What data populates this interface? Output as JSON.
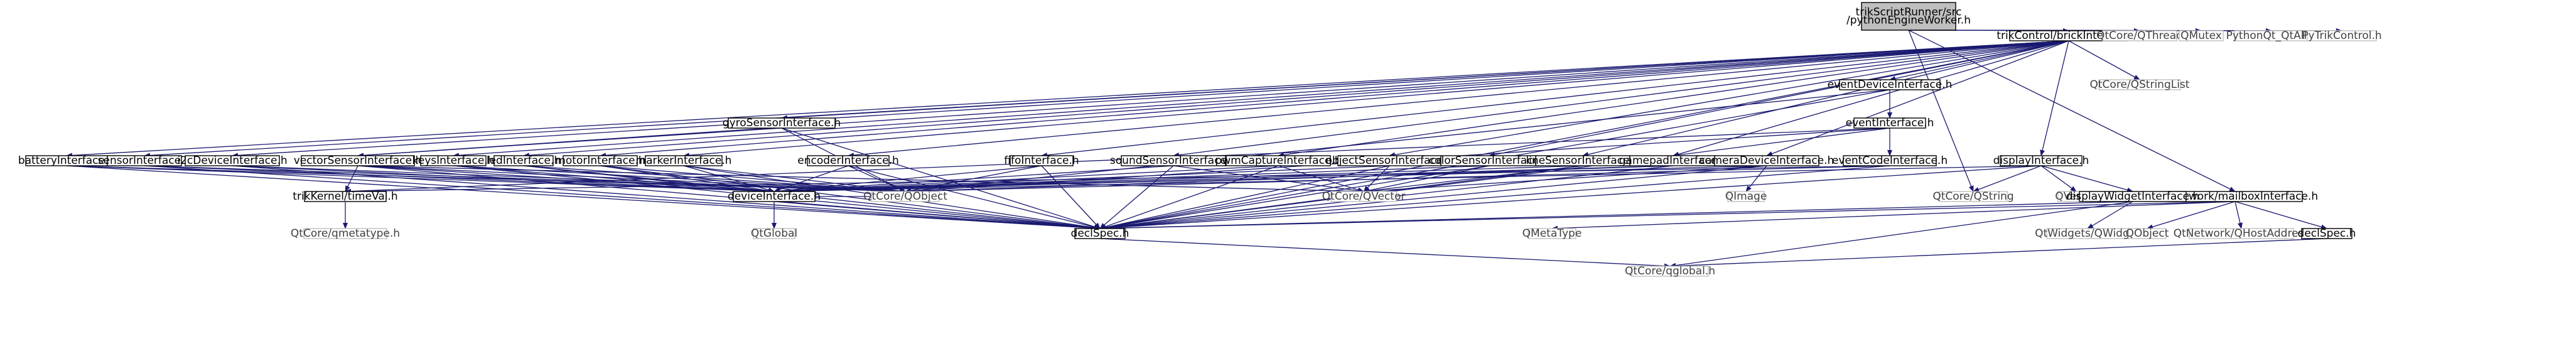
{
  "graph": {
    "root": {
      "id": "pyEngine",
      "lines": [
        "trikScriptRunner/src",
        "/pythonEngineWorker.h"
      ]
    },
    "nodes": [
      {
        "id": "brick",
        "label": "trikControl/brickInterface.h"
      },
      {
        "id": "qthread",
        "label": "QtCore/QThread"
      },
      {
        "id": "qmutex",
        "label": "QMutex"
      },
      {
        "id": "pyqtall",
        "label": "PythonQt_QtAll.h"
      },
      {
        "id": "pytrik",
        "label": "PyTrikControl.h"
      },
      {
        "id": "qstringlist",
        "label": "QtCore/QStringList"
      },
      {
        "id": "eventDevice",
        "label": "eventDeviceInterface.h"
      },
      {
        "id": "gyro",
        "label": "gyroSensorInterface.h"
      },
      {
        "id": "event",
        "label": "eventInterface.h"
      },
      {
        "id": "battery",
        "label": "batteryInterface.h"
      },
      {
        "id": "sensor",
        "label": "sensorInterface.h"
      },
      {
        "id": "i2c",
        "label": "i2cDeviceInterface.h"
      },
      {
        "id": "vector",
        "label": "vectorSensorInterface.h"
      },
      {
        "id": "keys",
        "label": "keysInterface.h"
      },
      {
        "id": "led",
        "label": "ledInterface.h"
      },
      {
        "id": "motor",
        "label": "motorInterface.h"
      },
      {
        "id": "marker",
        "label": "markerInterface.h"
      },
      {
        "id": "encoder",
        "label": "encoderInterface.h"
      },
      {
        "id": "eventCode",
        "label": "eventCodeInterface.h"
      },
      {
        "id": "fifo",
        "label": "fifoInterface.h"
      },
      {
        "id": "sound",
        "label": "soundSensorInterface.h"
      },
      {
        "id": "pwm",
        "label": "pwmCaptureInterface.h"
      },
      {
        "id": "object",
        "label": "objectSensorInterface.h"
      },
      {
        "id": "color",
        "label": "colorSensorInterface.h"
      },
      {
        "id": "line",
        "label": "lineSensorInterface.h"
      },
      {
        "id": "gamepad",
        "label": "gamepadInterface.h"
      },
      {
        "id": "camera",
        "label": "cameraDeviceInterface.h"
      },
      {
        "id": "display",
        "label": "displayInterface.h"
      },
      {
        "id": "mailbox",
        "label": "trikNetwork/mailboxInterface.h"
      },
      {
        "id": "timeval",
        "label": "trikKernel/timeVal.h"
      },
      {
        "id": "device",
        "label": "deviceInterface.h"
      },
      {
        "id": "qobject",
        "label": "QtCore/QObject"
      },
      {
        "id": "qvector",
        "label": "QtCore/QVector"
      },
      {
        "id": "qimage",
        "label": "QImage"
      },
      {
        "id": "qstring",
        "label": "QtCore/QString"
      },
      {
        "id": "qvectorPlain",
        "label": "QVector"
      },
      {
        "id": "displayWidget",
        "label": "displayWidgetInterface.h"
      },
      {
        "id": "qmetatypeH",
        "label": "QtCore/qmetatype.h"
      },
      {
        "id": "qglobal",
        "label": "QtGlobal"
      },
      {
        "id": "declspec",
        "label": "declSpec.h"
      },
      {
        "id": "qmetatype",
        "label": "QMetaType"
      },
      {
        "id": "qwidget",
        "label": "QtWidgets/QWidget"
      },
      {
        "id": "qobjectPlain",
        "label": "QObject"
      },
      {
        "id": "qhostaddr",
        "label": "QtNetwork/QHostAddress"
      },
      {
        "id": "declspecNet",
        "label": "declSpec.h"
      },
      {
        "id": "qtglobalH",
        "label": "QtCore/qglobal.h"
      }
    ],
    "edges": [
      [
        "pyEngine",
        "brick"
      ],
      [
        "pyEngine",
        "qthread"
      ],
      [
        "pyEngine",
        "qmutex"
      ],
      [
        "pyEngine",
        "pyqtall"
      ],
      [
        "pyEngine",
        "pytrik"
      ],
      [
        "pyEngine",
        "mailbox"
      ],
      [
        "pyEngine",
        "qstring"
      ],
      [
        "brick",
        "qstringlist"
      ],
      [
        "brick",
        "eventDevice"
      ],
      [
        "brick",
        "gyro"
      ],
      [
        "brick",
        "battery"
      ],
      [
        "brick",
        "sensor"
      ],
      [
        "brick",
        "i2c"
      ],
      [
        "brick",
        "vector"
      ],
      [
        "brick",
        "keys"
      ],
      [
        "brick",
        "led"
      ],
      [
        "brick",
        "motor"
      ],
      [
        "brick",
        "marker"
      ],
      [
        "brick",
        "encoder"
      ],
      [
        "brick",
        "fifo"
      ],
      [
        "brick",
        "sound"
      ],
      [
        "brick",
        "pwm"
      ],
      [
        "brick",
        "object"
      ],
      [
        "brick",
        "color"
      ],
      [
        "brick",
        "line"
      ],
      [
        "brick",
        "gamepad"
      ],
      [
        "brick",
        "camera"
      ],
      [
        "brick",
        "display"
      ],
      [
        "brick",
        "declspec"
      ],
      [
        "eventDevice",
        "event"
      ],
      [
        "eventDevice",
        "qobject"
      ],
      [
        "eventDevice",
        "declspec"
      ],
      [
        "event",
        "eventCode"
      ],
      [
        "event",
        "qobject"
      ],
      [
        "event",
        "declspec"
      ],
      [
        "event",
        "timeval"
      ],
      [
        "eventCode",
        "qobject"
      ],
      [
        "eventCode",
        "declspec"
      ],
      [
        "eventCode",
        "timeval"
      ],
      [
        "gyro",
        "vector"
      ],
      [
        "gyro",
        "declspec"
      ],
      [
        "gyro",
        "qobject"
      ],
      [
        "battery",
        "device"
      ],
      [
        "battery",
        "declspec"
      ],
      [
        "battery",
        "qobject"
      ],
      [
        "sensor",
        "device"
      ],
      [
        "sensor",
        "declspec"
      ],
      [
        "sensor",
        "qobject"
      ],
      [
        "i2c",
        "device"
      ],
      [
        "i2c",
        "declspec"
      ],
      [
        "i2c",
        "qobject"
      ],
      [
        "vector",
        "device"
      ],
      [
        "vector",
        "timeval"
      ],
      [
        "vector",
        "qvector"
      ],
      [
        "vector",
        "declspec"
      ],
      [
        "vector",
        "qobject"
      ],
      [
        "keys",
        "device"
      ],
      [
        "keys",
        "declspec"
      ],
      [
        "keys",
        "qobject"
      ],
      [
        "led",
        "device"
      ],
      [
        "led",
        "declspec"
      ],
      [
        "led",
        "qobject"
      ],
      [
        "motor",
        "device"
      ],
      [
        "motor",
        "declspec"
      ],
      [
        "motor",
        "qobject"
      ],
      [
        "marker",
        "device"
      ],
      [
        "marker",
        "declspec"
      ],
      [
        "marker",
        "qobject"
      ],
      [
        "encoder",
        "device"
      ],
      [
        "encoder",
        "declspec"
      ],
      [
        "encoder",
        "qobject"
      ],
      [
        "fifo",
        "device"
      ],
      [
        "fifo",
        "declspec"
      ],
      [
        "fifo",
        "qobject"
      ],
      [
        "sound",
        "device"
      ],
      [
        "sound",
        "declspec"
      ],
      [
        "sound",
        "qvector"
      ],
      [
        "pwm",
        "device"
      ],
      [
        "pwm",
        "declspec"
      ],
      [
        "pwm",
        "qvector"
      ],
      [
        "object",
        "device"
      ],
      [
        "object",
        "declspec"
      ],
      [
        "object",
        "qvector"
      ],
      [
        "color",
        "device"
      ],
      [
        "color",
        "declspec"
      ],
      [
        "color",
        "qvector"
      ],
      [
        "line",
        "device"
      ],
      [
        "line",
        "declspec"
      ],
      [
        "line",
        "qvector"
      ],
      [
        "gamepad",
        "device"
      ],
      [
        "gamepad",
        "declspec"
      ],
      [
        "gamepad",
        "qobject"
      ],
      [
        "camera",
        "device"
      ],
      [
        "camera",
        "qimage"
      ],
      [
        "camera",
        "declspec"
      ],
      [
        "camera",
        "qvector"
      ],
      [
        "display",
        "qstring"
      ],
      [
        "display",
        "qvectorPlain"
      ],
      [
        "display",
        "displayWidget"
      ],
      [
        "display",
        "declspec"
      ],
      [
        "display",
        "device"
      ],
      [
        "displayWidget",
        "qwidget"
      ],
      [
        "displayWidget",
        "declspec"
      ],
      [
        "displayWidget",
        "qtglobalH"
      ],
      [
        "mailbox",
        "qobjectPlain"
      ],
      [
        "mailbox",
        "qhostaddr"
      ],
      [
        "mailbox",
        "declspecNet"
      ],
      [
        "mailbox",
        "declspec"
      ],
      [
        "mailbox",
        "qmetatype"
      ],
      [
        "declspecNet",
        "qtglobalH"
      ],
      [
        "timeval",
        "qmetatypeH"
      ],
      [
        "device",
        "qobject"
      ],
      [
        "device",
        "declspec"
      ],
      [
        "device",
        "qglobal"
      ],
      [
        "declspec",
        "qtglobalH"
      ]
    ]
  },
  "colors": {
    "edge": "#191970",
    "node_border": "#000000",
    "node_fill": "#ffffff",
    "external_border": "#bfbfbf",
    "external_text": "#404040",
    "root_fill": "#bfbfbf"
  }
}
